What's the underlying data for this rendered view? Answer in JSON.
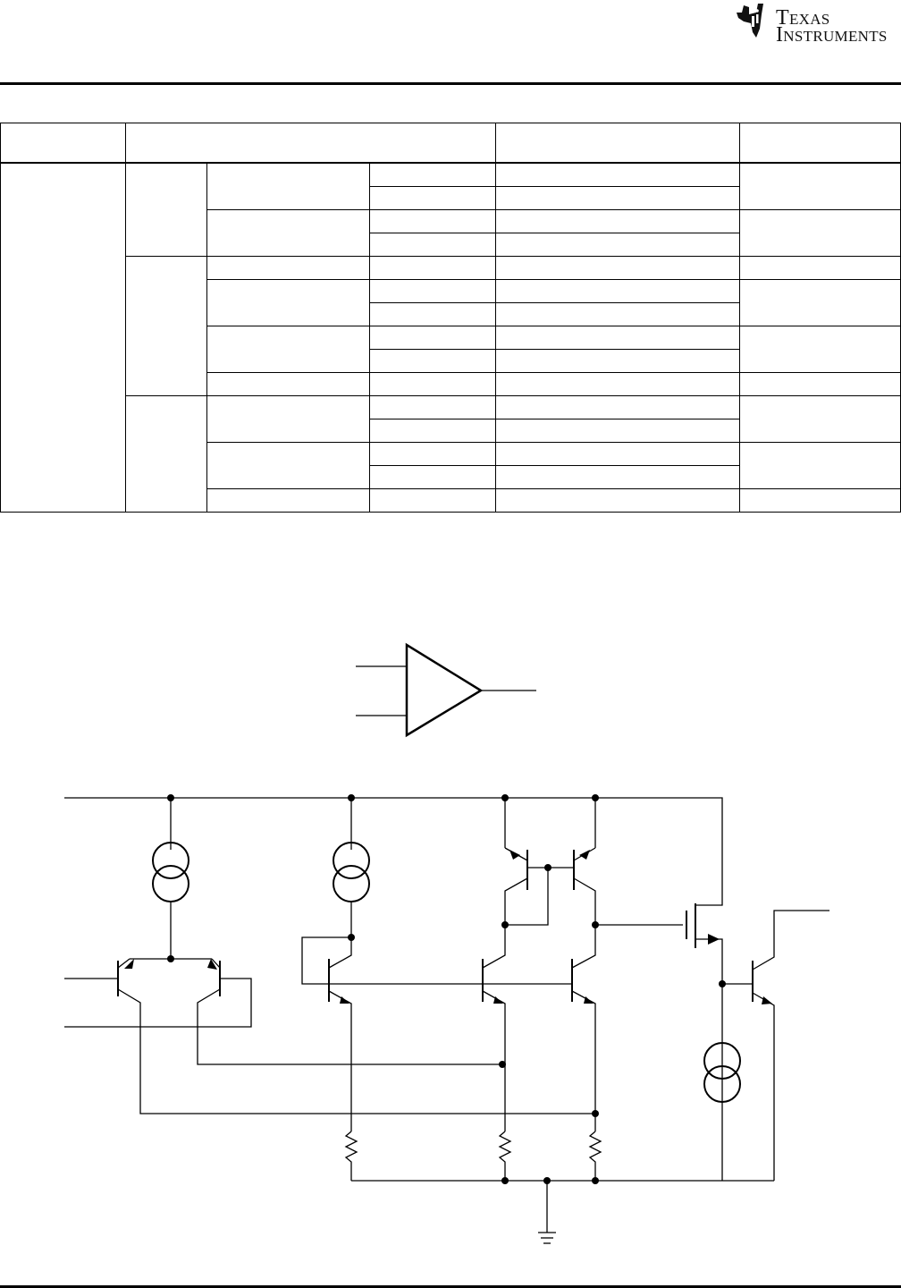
{
  "header": {
    "logo": {
      "line1": "Texas",
      "line2": "Instruments",
      "icon": "ti-logo-icon"
    }
  },
  "table": {
    "header_cells": [
      "",
      "",
      "",
      ""
    ],
    "row_count": 15
  },
  "figures": {
    "comparator_symbol": {
      "icon": "comparator-triangle-icon"
    },
    "schematic": {
      "icon": "comparator-schematic-icon"
    }
  },
  "colors": {
    "ink": "#000000",
    "background": "#ffffff"
  }
}
